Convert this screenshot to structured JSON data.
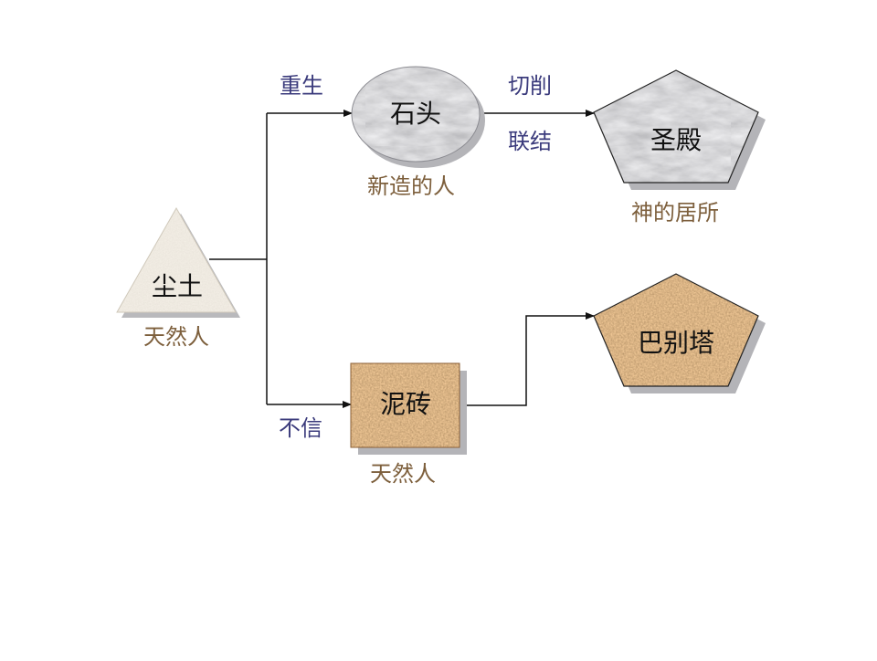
{
  "diagram": {
    "colors": {
      "edge_label": "#3b3b7c",
      "caption": "#7d5f3c",
      "connector": "#111111",
      "shadow": "#b8b8b8",
      "marble": "#e6e6e8",
      "dust": "#d9d2c4",
      "cork": "#b98652"
    },
    "nodes": {
      "dust": {
        "label": "尘土",
        "caption": "天然人",
        "shape": "triangle"
      },
      "stone": {
        "label": "石头",
        "caption": "新造的人",
        "shape": "ellipse"
      },
      "temple": {
        "label": "圣殿",
        "caption": "神的居所",
        "shape": "pentagon"
      },
      "brick": {
        "label": "泥砖",
        "caption": "天然人",
        "shape": "rectangle"
      },
      "babel": {
        "label": "巴别塔",
        "shape": "pentagon"
      }
    },
    "edges": {
      "rebirth": {
        "from": "dust",
        "to": "stone",
        "label": "重生"
      },
      "unbelief": {
        "from": "dust",
        "to": "brick",
        "label": "不信"
      },
      "stone_to_temple": {
        "from": "stone",
        "to": "temple",
        "label_top": "切削",
        "label_bottom": "联结"
      },
      "brick_to_babel": {
        "from": "brick",
        "to": "babel"
      }
    }
  }
}
